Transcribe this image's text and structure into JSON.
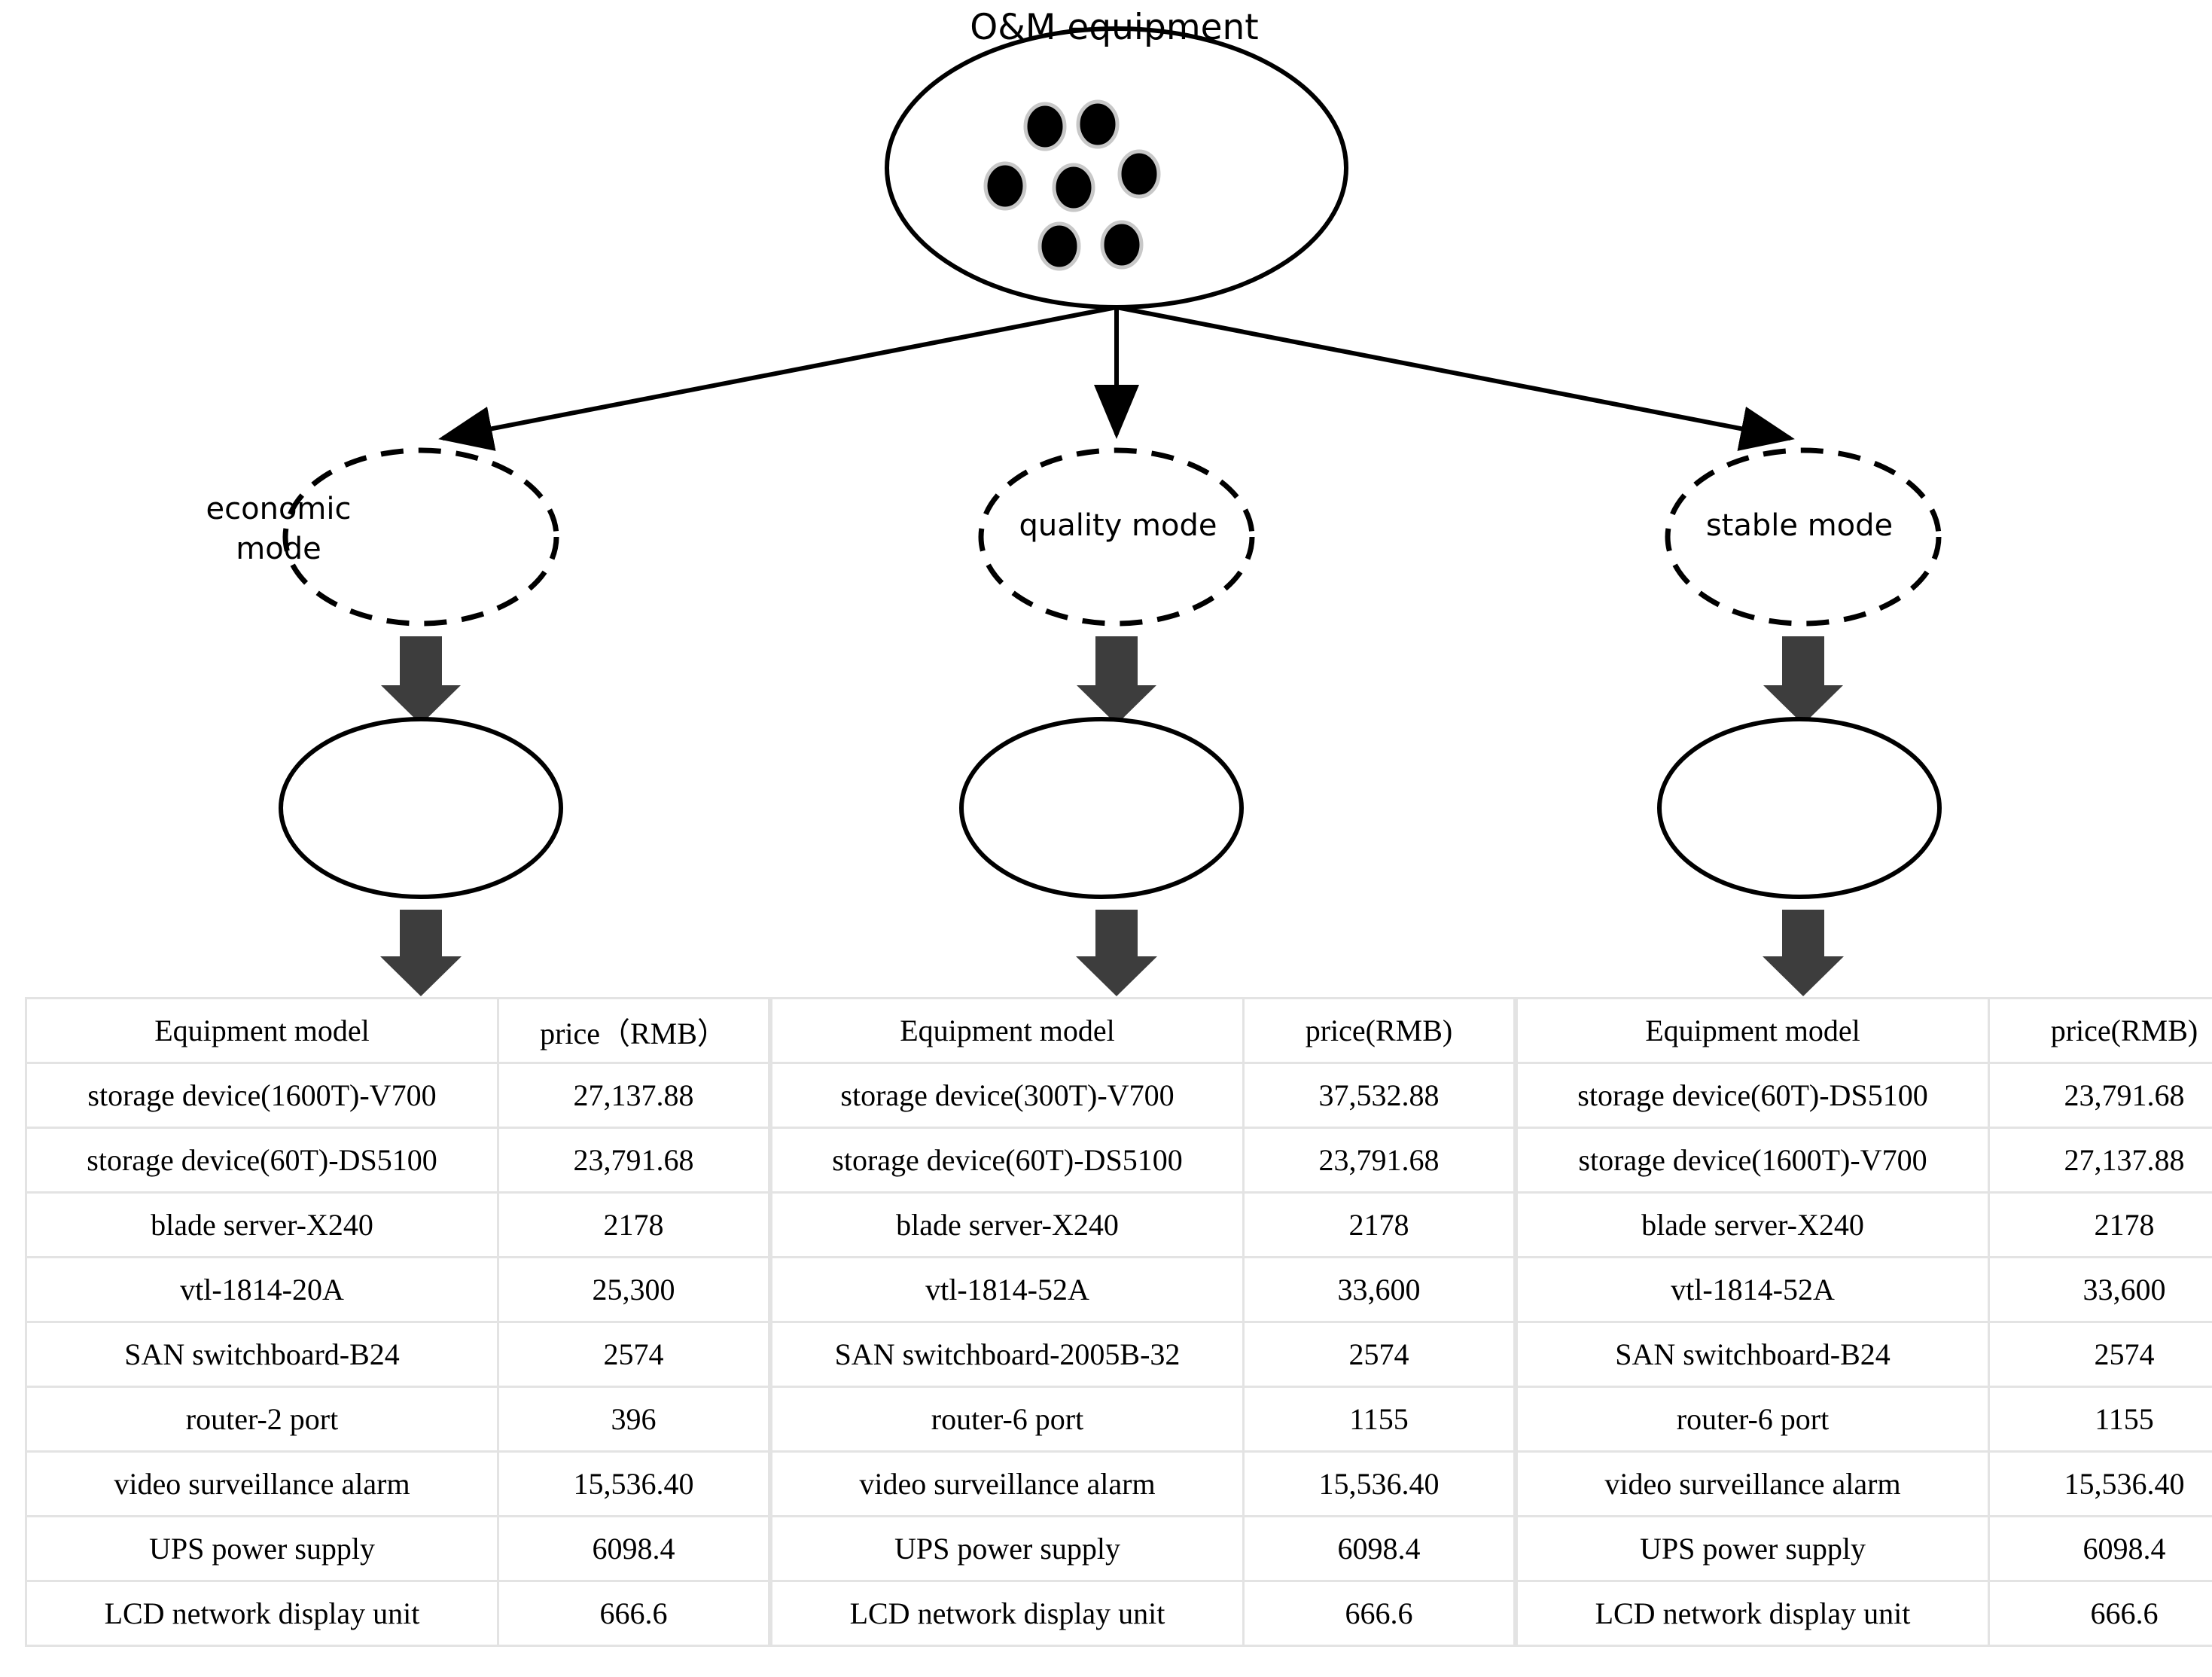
{
  "diagram": {
    "title": "O&M equipment",
    "root_node": {
      "label": "O&M equipment",
      "shape": "ellipse-solid",
      "dot_count": 7
    },
    "modes": [
      {
        "label": "economic\nmode",
        "label_line1": "economic",
        "label_line2": "mode",
        "shape": "ellipse-dashed"
      },
      {
        "label": "quality mode",
        "label_line1": "quality mode",
        "label_line2": "",
        "shape": "ellipse-dashed"
      },
      {
        "label": "stable mode",
        "label_line1": "stable mode",
        "label_line2": "",
        "shape": "ellipse-dashed"
      }
    ],
    "result_nodes": [
      {
        "label": "",
        "shape": "ellipse-solid"
      },
      {
        "label": "",
        "shape": "ellipse-solid"
      },
      {
        "label": "",
        "shape": "ellipse-solid"
      }
    ],
    "colors": {
      "stroke": "#000000",
      "block_arrow": "#3d3d3d",
      "table_border": "#e3e3e3",
      "dot_fill": "#000000",
      "dot_halo": "#c8c8c8",
      "background": "#ffffff"
    }
  },
  "tables": [
    {
      "id": "economic-mode-table",
      "headers": [
        "Equipment model",
        "price（RMB）"
      ],
      "rows": [
        [
          "storage device(1600T)-V700",
          "27,137.88"
        ],
        [
          "storage device(60T)-DS5100",
          "23,791.68"
        ],
        [
          "blade server-X240",
          "2178"
        ],
        [
          "vtl-1814-20A",
          "25,300"
        ],
        [
          "SAN switchboard-B24",
          "2574"
        ],
        [
          "router-2 port",
          "396"
        ],
        [
          "video surveillance alarm",
          "15,536.40"
        ],
        [
          "UPS power supply",
          "6098.4"
        ],
        [
          "LCD network display unit",
          "666.6"
        ]
      ]
    },
    {
      "id": "quality-mode-table",
      "headers": [
        "Equipment model",
        "price(RMB)"
      ],
      "rows": [
        [
          "storage device(300T)-V700",
          "37,532.88"
        ],
        [
          "storage device(60T)-DS5100",
          "23,791.68"
        ],
        [
          "blade server-X240",
          "2178"
        ],
        [
          "vtl-1814-52A",
          "33,600"
        ],
        [
          "SAN switchboard-2005B-32",
          "2574"
        ],
        [
          "router-6 port",
          "1155"
        ],
        [
          "video surveillance alarm",
          "15,536.40"
        ],
        [
          "UPS power supply",
          "6098.4"
        ],
        [
          "LCD network display unit",
          "666.6"
        ]
      ]
    },
    {
      "id": "stable-mode-table",
      "headers": [
        "Equipment model",
        "price(RMB)"
      ],
      "rows": [
        [
          "storage device(60T)-DS5100",
          "23,791.68"
        ],
        [
          "storage device(1600T)-V700",
          "27,137.88"
        ],
        [
          "blade server-X240",
          "2178"
        ],
        [
          "vtl-1814-52A",
          "33,600"
        ],
        [
          "SAN switchboard-B24",
          "2574"
        ],
        [
          "router-6 port",
          "1155"
        ],
        [
          "video surveillance alarm",
          "15,536.40"
        ],
        [
          "UPS power supply",
          "6098.4"
        ],
        [
          "LCD network display unit",
          "666.6"
        ]
      ]
    }
  ]
}
